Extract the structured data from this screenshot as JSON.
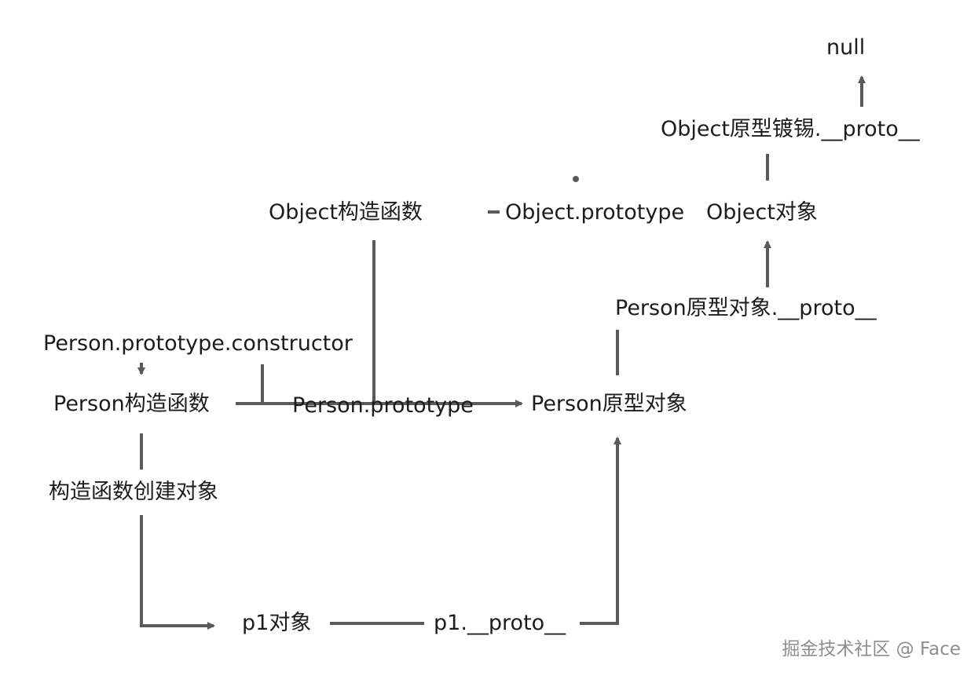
{
  "diagram": {
    "nodes": {
      "null": "null",
      "object_proto_proto": "Object原型镀锡.__proto__",
      "object_constructor": "Object构造函数",
      "object_prototype": "Object.prototype",
      "object_object": "Object对象",
      "person_proto_proto": "Person原型对象.__proto__",
      "person_prototype_constructor": "Person.prototype.constructor",
      "person_constructor": "Person构造函数",
      "person_prototype": "Person.prototype",
      "person_proto_object": "Person原型对象",
      "constructor_creates": "构造函数创建对象",
      "p1_object": "p1对象",
      "p1_proto": "p1.__proto__"
    },
    "colors": {
      "line": "#5a5a5a",
      "text": "#1c1c1c",
      "watermark": "#8e8e8e"
    }
  },
  "watermark": "掘金技术社区 @ Face"
}
